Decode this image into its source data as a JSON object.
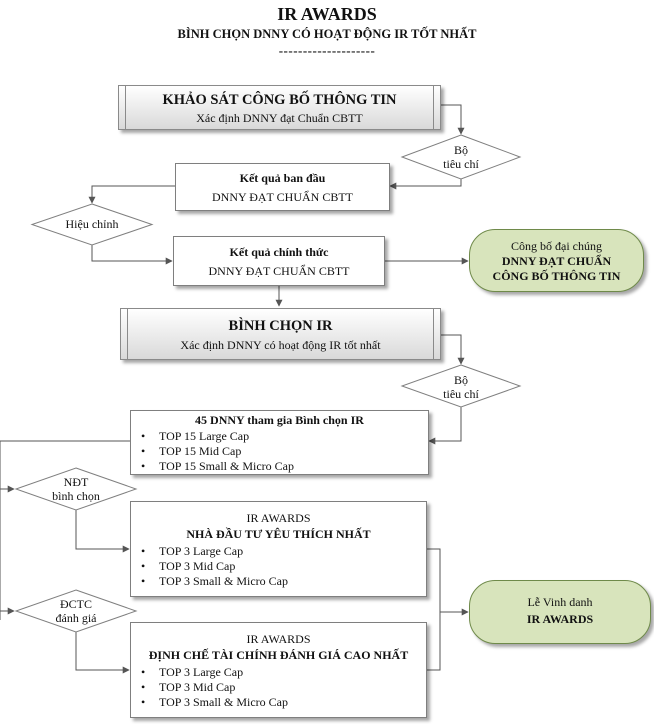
{
  "header": {
    "title": "IR AWARDS",
    "subtitle": "BÌNH CHỌN DNNY CÓ HOẠT ĐỘNG IR TỐT NHẤT",
    "divider": "--------------------"
  },
  "survey": {
    "title": "KHẢO SÁT CÔNG BỐ THÔNG TIN",
    "subtitle": "Xác định DNNY đạt Chuẩn CBTT"
  },
  "criteria1": {
    "line1": "Bộ",
    "line2": "tiêu chí"
  },
  "initial_result": {
    "title": "Kết quả ban đầu",
    "subtitle": "DNNY ĐẠT CHUẨN CBTT"
  },
  "adjust": {
    "label": "Hiệu chỉnh"
  },
  "official_result": {
    "title": "Kết quả chính thức",
    "subtitle": "DNNY ĐẠT CHUẨN CBTT"
  },
  "announce": {
    "line1": "Công bố đại chúng",
    "line2": "DNNY ĐẠT CHUẨN",
    "line3": "CÔNG BỐ THÔNG TIN"
  },
  "vote": {
    "title": "BÌNH CHỌN IR",
    "subtitle": "Xác định DNNY có hoạt động IR tốt nhất"
  },
  "criteria2": {
    "line1": "Bộ",
    "line2": "tiêu chí"
  },
  "participants": {
    "title": "45 DNNY tham gia Bình chọn IR",
    "items": [
      "TOP 15 Large Cap",
      "TOP 15 Mid Cap",
      "TOP 15 Small & Micro Cap"
    ]
  },
  "investor_vote": {
    "line1": "NĐT",
    "line2": "bình chọn"
  },
  "investor_award": {
    "line1": "IR AWARDS",
    "title": "NHÀ ĐẦU TƯ YÊU THÍCH NHẤT",
    "items": [
      "TOP 3 Large Cap",
      "TOP 3 Mid Cap",
      "TOP 3 Small & Micro Cap"
    ]
  },
  "fi_vote": {
    "line1": "ĐCTC",
    "line2": "đánh giá"
  },
  "fi_award": {
    "line1": "IR AWARDS",
    "title": "ĐỊNH CHẾ TÀI CHÍNH ĐÁNH GIÁ CAO NHẤT",
    "items": [
      "TOP 3 Large Cap",
      "TOP 3 Mid Cap",
      "TOP 3 Small & Micro Cap"
    ]
  },
  "ceremony": {
    "line1": "Lễ Vinh danh",
    "line2": "IR AWARDS"
  }
}
